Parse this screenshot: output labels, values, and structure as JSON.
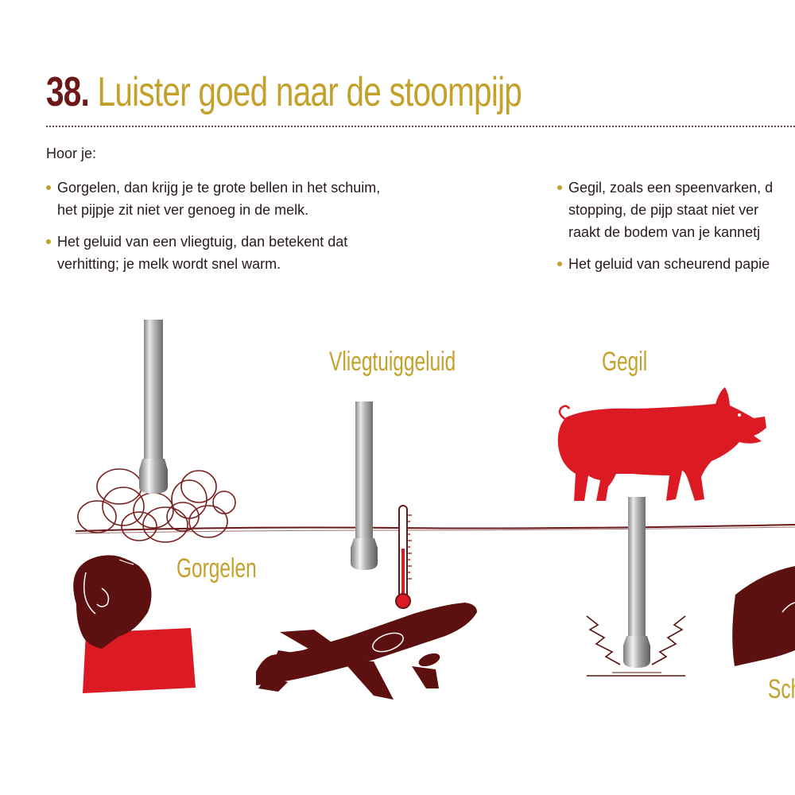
{
  "header": {
    "number": "38.",
    "title": "Luister goed naar de stoompijp"
  },
  "intro": "Hoor je:",
  "bullets_left": [
    "Gorgelen, dan krijg je te grote bellen in het schuim, het pijpje zit niet ver genoeg in de melk.",
    "Het geluid van een vliegtuig, dan betekent dat verhitting; je melk wordt snel warm."
  ],
  "bullets_left_lines": [
    [
      "Gorgelen, dan krijg je te grote bellen in het schuim,",
      "het pijpje zit niet ver genoeg in de melk."
    ],
    [
      "Het geluid van een vliegtuig, dan betekent dat",
      "verhitting; je melk wordt snel warm."
    ]
  ],
  "bullets_right_lines": [
    [
      "Gegil, zoals een speenvarken, d",
      "stopping, de pijp staat niet ver",
      "raakt de bodem van je kannetj"
    ],
    [
      "Het geluid van scheurend papie"
    ]
  ],
  "labels": {
    "vliegtuig": "Vliegtuiggeluid",
    "gegil": "Gegil",
    "gorgelen": "Gorgelen",
    "scheuren": "Sch"
  },
  "colors": {
    "maroon": "#6b1818",
    "gold": "#c4a12a",
    "red": "#dc1a23",
    "text": "#2a1a1a"
  }
}
